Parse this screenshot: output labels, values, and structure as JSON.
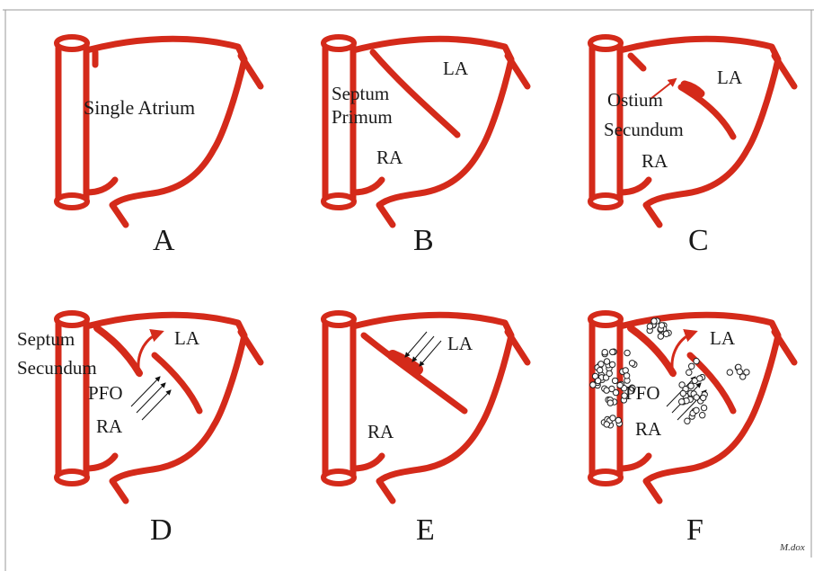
{
  "colors": {
    "wall": "#d42a1a",
    "border": "#9a9a9a",
    "text": "#1a1a1a",
    "background": "#ffffff"
  },
  "panels": {
    "a": {
      "letter": "A",
      "label": "Single Atrium"
    },
    "b": {
      "letter": "B",
      "septum_line1": "Septum",
      "septum_line2": "Primum",
      "la": "LA",
      "ra": "RA"
    },
    "c": {
      "letter": "C",
      "ostium_line1": "Ostium",
      "ostium_line2": "Secundum",
      "la": "LA",
      "ra": "RA"
    },
    "d": {
      "letter": "D",
      "septum_line1": "Septum",
      "septum_line2": "Secundum",
      "pfo": "PFO",
      "la": "LA",
      "ra": "RA"
    },
    "e": {
      "letter": "E",
      "la": "LA",
      "ra": "RA"
    },
    "f": {
      "letter": "F",
      "pfo": "PFO",
      "la": "LA",
      "ra": "RA"
    }
  },
  "signature": "M.dox"
}
